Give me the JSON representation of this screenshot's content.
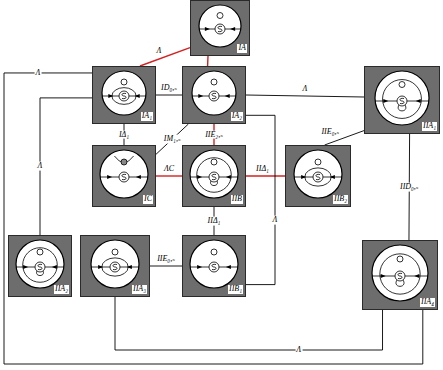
{
  "diagram": {
    "nodes": [
      {
        "text": [
          "IA"
        ]
      },
      {
        "text": [
          "IA₁"
        ]
      },
      {
        "text": [
          "IA₂"
        ]
      },
      {
        "text": [
          "IIA₁"
        ]
      },
      {
        "text": [
          "IC"
        ]
      },
      {
        "text": [
          "IIB"
        ]
      },
      {
        "text": [
          "IIB₂"
        ]
      },
      {
        "text": [
          "IIA₂"
        ]
      },
      {
        "text": [
          "IIA₃"
        ]
      },
      {
        "text": [
          "IIB₁"
        ]
      },
      {
        "text": [
          "IIA₄"
        ]
      }
    ],
    "edges": [
      {
        "from": 0,
        "to": 1,
        "label": "Λ",
        "arrow": "none"
      },
      {
        "from": 0,
        "to": 2,
        "arrow": "none"
      },
      {
        "from": 1,
        "to": 2,
        "label": "ID₀,ₛ",
        "arrow": "none"
      },
      {
        "from": 2,
        "to": 3,
        "label": "Λ",
        "arrow": "none"
      },
      {
        "from": 1,
        "to": 4,
        "label": "IΔ₁",
        "arrow": "none"
      },
      {
        "from": 2,
        "to": 4,
        "label": "IM₁,ₛ",
        "arrow": "none"
      },
      {
        "from": 2,
        "to": 5,
        "label": "IIE₂,ₛ",
        "arrow": "none"
      },
      {
        "from": 4,
        "to": 5,
        "label": "ΛC",
        "arrow": "none"
      },
      {
        "from": 5,
        "to": 6,
        "label": "IIΔ₁",
        "arrow": "none"
      },
      {
        "from": 6,
        "to": 3,
        "label": "IIE₀,ₛ",
        "arrow": "none"
      },
      {
        "from": 3,
        "to": 10,
        "label": "IID₀,ₛ",
        "arrow": "none"
      },
      {
        "from": 5,
        "to": 9,
        "label": "IIΔ₁",
        "arrow": "none"
      },
      {
        "from": 9,
        "to": 8,
        "label": "IIE₀,ₛ",
        "arrow": "none"
      },
      {
        "from": 2,
        "to": 9,
        "label": "Λ",
        "arrow": "none"
      },
      {
        "from": 1,
        "to": 7,
        "label": "Λ",
        "arrow": "none"
      },
      {
        "from": 1,
        "to": 10,
        "label": "Λ",
        "arrow": "none"
      },
      {
        "from": 8,
        "to": 10,
        "label": "Λ",
        "arrow": "none"
      }
    ]
  }
}
